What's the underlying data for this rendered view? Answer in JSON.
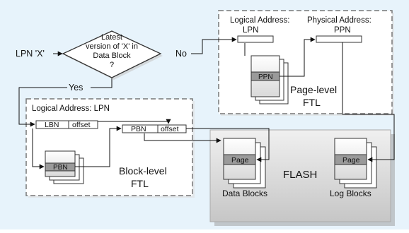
{
  "decision": {
    "input_label": "LPN 'X'",
    "question_lines": [
      "Latest",
      "version of 'X' in",
      "Data Block",
      "?"
    ],
    "no_label": "No",
    "yes_label": "Yes"
  },
  "page_ftl": {
    "logical_address_label": [
      "Logical Address:",
      "LPN"
    ],
    "physical_address_label": [
      "Physical Address:",
      "PPN"
    ],
    "table_entry_label": "PPN",
    "caption_lines": [
      "Page-level",
      "FTL"
    ]
  },
  "block_ftl": {
    "logical_address_label": "Logical Address: LPN",
    "lbn_label": "LBN",
    "offset_label": "offset",
    "pbn_label": "PBN",
    "pbn_offset_label": "offset",
    "table_entry_label": "PBN",
    "caption_lines": [
      "Block-level",
      "FTL"
    ]
  },
  "flash": {
    "title": "FLASH",
    "page_label": "Page",
    "log_page_label": "Page",
    "data_blocks_label": "Data Blocks",
    "log_blocks_label": "Log Blocks"
  },
  "colors": {
    "background": "#e7f3fb",
    "panel_dashed_border": "#777777",
    "flash_fill": "#d6d6d6",
    "page_highlight": "#9a9a9a"
  }
}
